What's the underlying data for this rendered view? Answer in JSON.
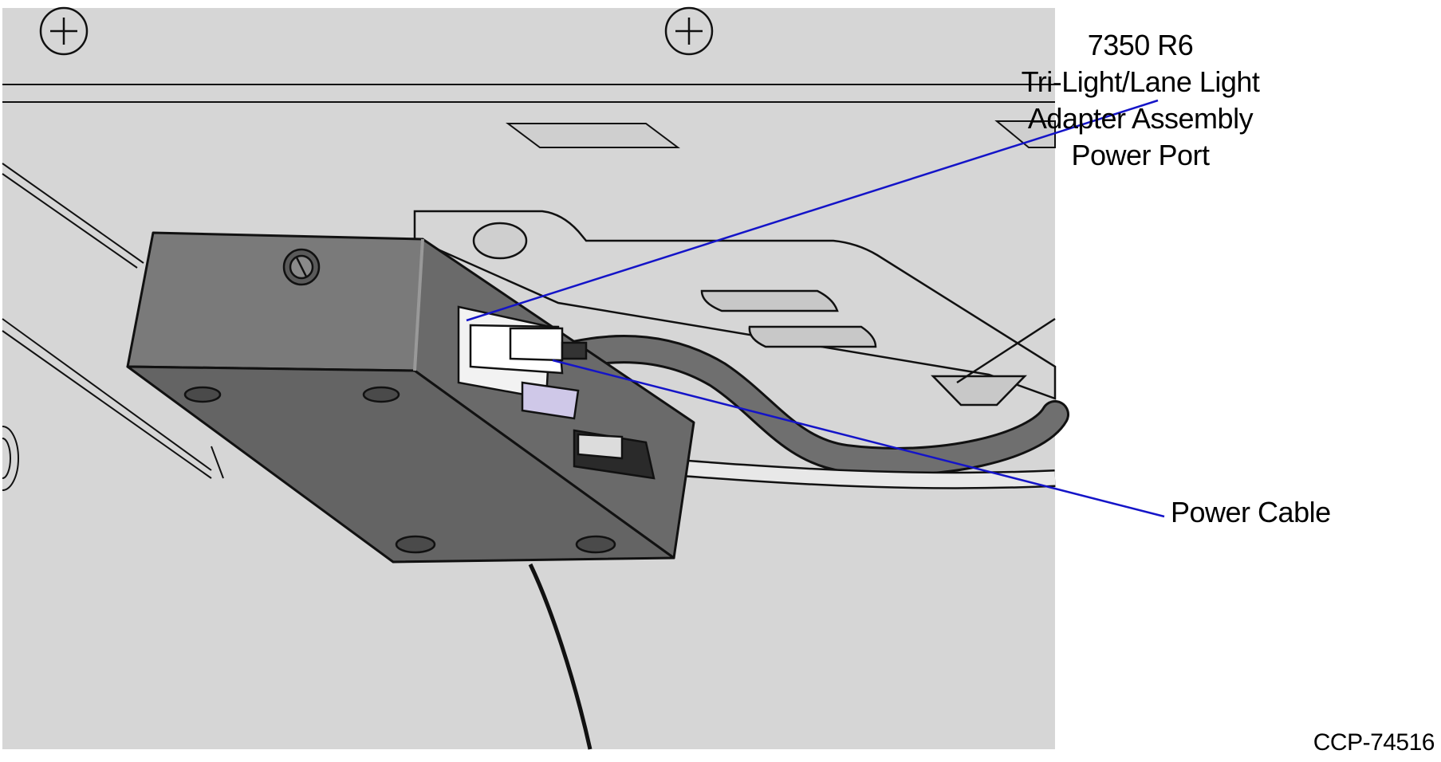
{
  "callouts": {
    "port": {
      "lines": [
        "7350 R6",
        "Tri-Light/Lane Light",
        "Adapter Assembly",
        "Power Port"
      ]
    },
    "cable": {
      "label": "Power Cable"
    }
  },
  "figure_id": "CCP-74516",
  "colors": {
    "panel": "#d6d6d6",
    "box": "#737373",
    "box_dark": "#5c5c5c",
    "leader": "#1414c8",
    "connector": "#ffffff"
  }
}
